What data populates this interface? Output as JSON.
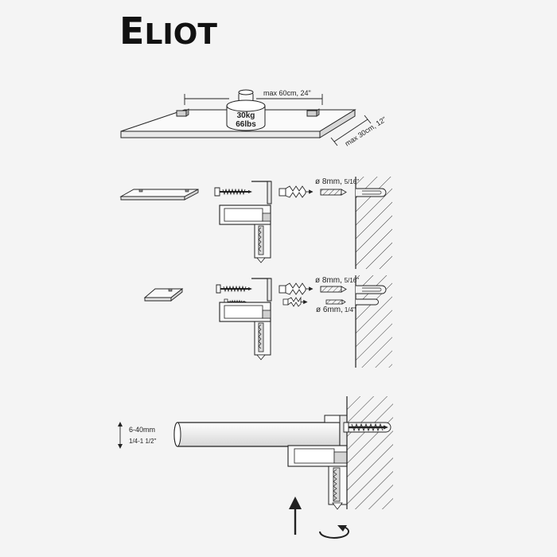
{
  "title_initial": "E",
  "title_rest": "LIOT",
  "overview": {
    "weight_kg": "30kg",
    "weight_lbs": "66lbs",
    "max_length": "max 60cm, 24\"",
    "max_depth": "max 30cm, 12\""
  },
  "step1": {
    "drill_diameter": "ø 8mm, ",
    "drill_fraction": "5/16\""
  },
  "step2": {
    "drill_diameter_large": "ø 8mm, ",
    "drill_fraction_large": "5/16\"",
    "drill_diameter_small": "ø 6mm,",
    "drill_fraction_small": "1/4\""
  },
  "step3": {
    "thickness_metric": "6-40mm",
    "thickness_imperial": "1/4-1 1/2\""
  },
  "colors": {
    "line": "#222222",
    "background": "#f4f4f4",
    "fill_grey": "#b5b5b5"
  }
}
